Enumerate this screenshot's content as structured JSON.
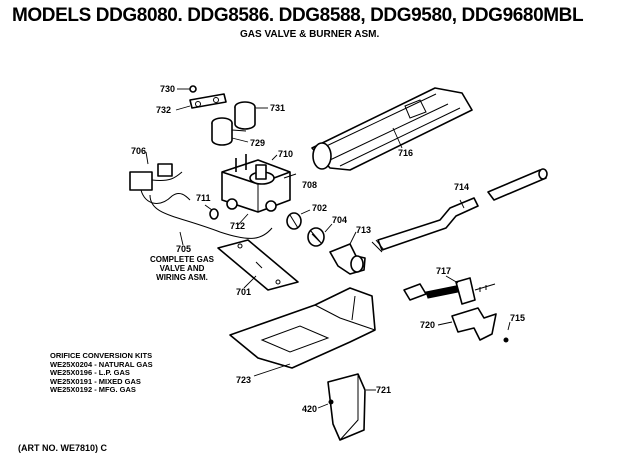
{
  "header": {
    "title": "MODELS DDG8080. DDG8586. DDG8588, DDG9580, DDG9680MBL",
    "subtitle": "GAS VALVE & BURNER ASM."
  },
  "parts": {
    "p730": "730",
    "p732": "732",
    "p731": "731",
    "p729": "729",
    "p716": "716",
    "p706": "706",
    "p710": "710",
    "p708": "708",
    "p711": "711",
    "p712": "712",
    "p702": "702",
    "p704": "704",
    "p713": "713",
    "p714": "714",
    "p705": "705",
    "p701": "701",
    "p717": "717",
    "p720": "720",
    "p715": "715",
    "p723": "723",
    "p420": "420",
    "p721": "721"
  },
  "notes": {
    "complete_line1": "COMPLETE GAS",
    "complete_line2": "VALVE AND",
    "complete_line3": "WIRING ASM."
  },
  "orifice_kits": {
    "heading": "ORIFICE CONVERSION KITS",
    "items": [
      "WE25X0204 - NATURAL GAS",
      "WE25X0196 - L.P. GAS",
      "WE25X0191 - MIXED GAS",
      "WE25X0192 - MFG. GAS"
    ]
  },
  "footer": {
    "art_no": "(ART NO. WE7810) C"
  }
}
